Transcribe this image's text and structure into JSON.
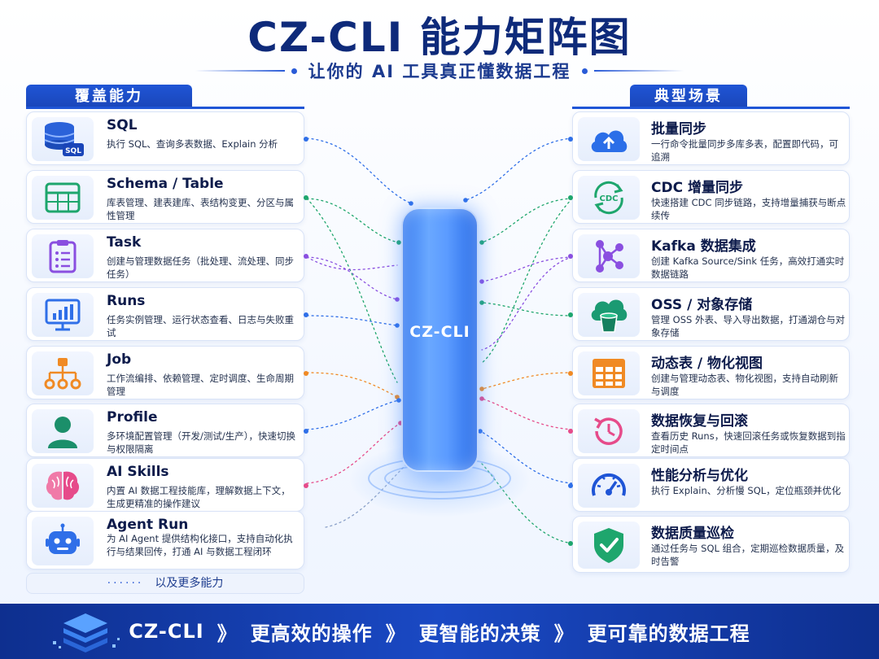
{
  "title": "CZ-CLI 能力矩阵图",
  "subtitle": "让你的 AI 工具真正懂数据工程",
  "left_section": {
    "label": "覆盖能力",
    "items": [
      {
        "title": "SQL",
        "desc": "执行 SQL、查询多表数据、Explain 分析",
        "icon": "database-sql-icon",
        "dot_color": "#2f6fe8"
      },
      {
        "title": "Schema / Table",
        "desc": "库表管理、建表建库、表结构变更、分区与属性管理",
        "icon": "table-schema-icon",
        "dot_color": "#1ea66d"
      },
      {
        "title": "Task",
        "desc": "创建与管理数据任务（批处理、流处理、同步任务）",
        "icon": "clipboard-task-icon",
        "dot_color": "#8a4fe0"
      },
      {
        "title": "Runs",
        "desc": "任务实例管理、运行状态查看、日志与失败重试",
        "icon": "monitor-chart-icon",
        "dot_color": "#2f6fe8"
      },
      {
        "title": "Job",
        "desc": "工作流编排、依赖管理、定时调度、生命周期管理",
        "icon": "workflow-tree-icon",
        "dot_color": "#f08a24"
      },
      {
        "title": "Profile",
        "desc": "多环境配置管理（开发/测试/生产），快速切换与权限隔离",
        "icon": "user-profile-icon",
        "dot_color": "#2f6fe8"
      },
      {
        "title": "AI Skills",
        "desc": "内置 AI 数据工程技能库，理解数据上下文，生成更精准的操作建议",
        "icon": "brain-icon",
        "dot_color": "#e64b8a"
      },
      {
        "title": "Agent Run",
        "desc": "为 AI Agent 提供结构化接口，支持自动化执行与结果回传，打通 AI 与数据工程闭环",
        "icon": "robot-icon",
        "dot_color": "#8aa0c8"
      }
    ],
    "more_label": "以及更多能力",
    "more_dots": "······"
  },
  "right_section": {
    "label": "典型场景",
    "items": [
      {
        "title": "批量同步",
        "desc": "一行命令批量同步多库多表，配置即代码，可追溯",
        "icon": "cloud-upload-icon",
        "dot_color": "#2f6fe8"
      },
      {
        "title": "CDC 增量同步",
        "desc": "快速搭建 CDC 同步链路，支持增量捕获与断点续传",
        "icon": "cdc-sync-icon",
        "dot_color": "#1ea66d"
      },
      {
        "title": "Kafka 数据集成",
        "desc": "创建 Kafka Source/Sink 任务，高效打通实时数据链路",
        "icon": "kafka-network-icon",
        "dot_color": "#8a4fe0"
      },
      {
        "title": "OSS / 对象存储",
        "desc": "管理 OSS 外表、导入导出数据，打通湖仓与对象存储",
        "icon": "cloud-bucket-icon",
        "dot_color": "#1ea66d"
      },
      {
        "title": "动态表 / 物化视图",
        "desc": "创建与管理动态表、物化视图，支持自动刷新与调度",
        "icon": "grid-table-icon",
        "dot_color": "#f08a24"
      },
      {
        "title": "数据恢复与回滚",
        "desc": "查看历史 Runs，快速回滚任务或恢复数据到指定时间点",
        "icon": "history-restore-icon",
        "dot_color": "#e64b8a"
      },
      {
        "title": "性能分析与优化",
        "desc": "执行 Explain、分析慢 SQL，定位瓶颈并优化",
        "icon": "speedometer-icon",
        "dot_color": "#2f6fe8"
      },
      {
        "title": "数据质量巡检",
        "desc": "通过任务与 SQL 组合，定期巡检数据质量，及时告警",
        "icon": "shield-check-icon",
        "dot_color": "#1ea66d"
      }
    ]
  },
  "center": {
    "label": "CZ-CLI"
  },
  "banner": {
    "parts": [
      "CZ-CLI",
      "更高效的操作",
      "更智能的决策",
      "更可靠的数据工程"
    ],
    "separator": "》",
    "logo_icon": "stacked-layers-icon"
  },
  "colors": {
    "primary": "#1f55d6",
    "dark": "#0e2a7a",
    "banner": "#0e2f8f"
  }
}
